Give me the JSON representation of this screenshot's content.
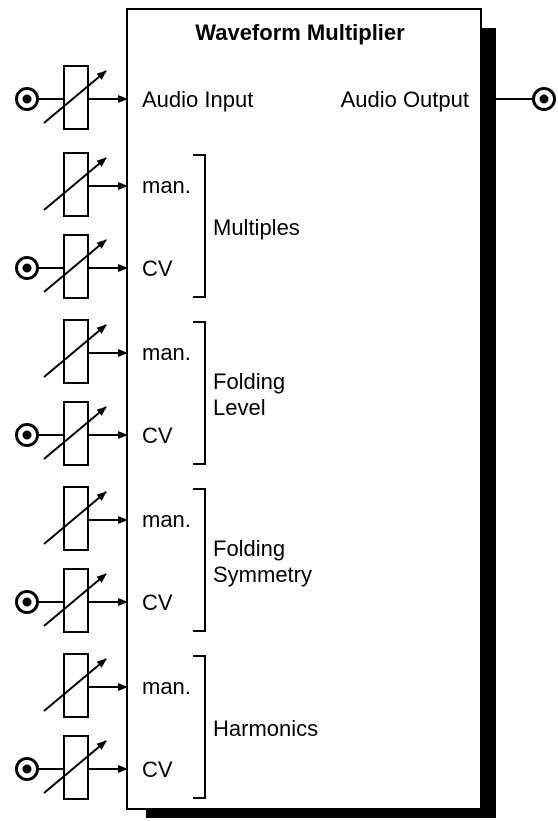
{
  "module": {
    "title": "Waveform Multiplier",
    "audio_input_label": "Audio Input",
    "audio_output_label": "Audio Output"
  },
  "groups": [
    {
      "name_lines": [
        "Multiples"
      ],
      "manual_label": "man.",
      "cv_label": "CV"
    },
    {
      "name_lines": [
        "Folding",
        "Level"
      ],
      "manual_label": "man.",
      "cv_label": "CV"
    },
    {
      "name_lines": [
        "Folding",
        "Symmetry"
      ],
      "manual_label": "man.",
      "cv_label": "CV"
    },
    {
      "name_lines": [
        "Harmonics"
      ],
      "manual_label": "man.",
      "cv_label": "CV"
    }
  ],
  "icons": {
    "jack": "jack-icon",
    "potentiometer": "potentiometer-icon",
    "arrow": "arrow-icon"
  },
  "colors": {
    "ink": "#000000",
    "panel": "#ffffff",
    "shadow": "#000000"
  }
}
